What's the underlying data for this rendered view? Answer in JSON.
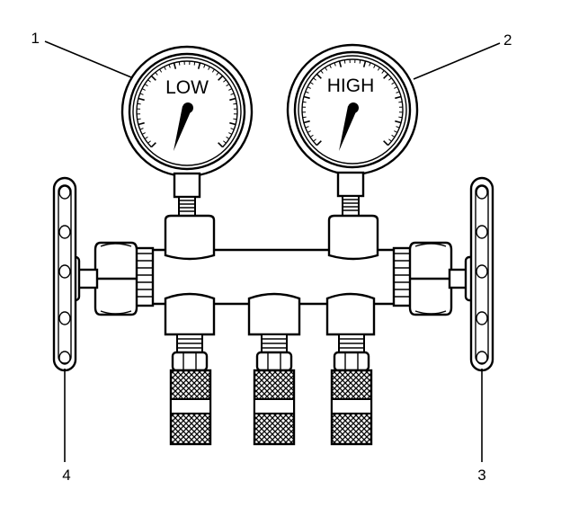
{
  "callouts": {
    "c1": "1",
    "c2": "2",
    "c3": "3",
    "c4": "4"
  },
  "gauges": {
    "low": {
      "label": "LOW"
    },
    "high": {
      "label": "HIGH"
    }
  },
  "colors": {
    "line": "#000000",
    "background": "#ffffff"
  }
}
